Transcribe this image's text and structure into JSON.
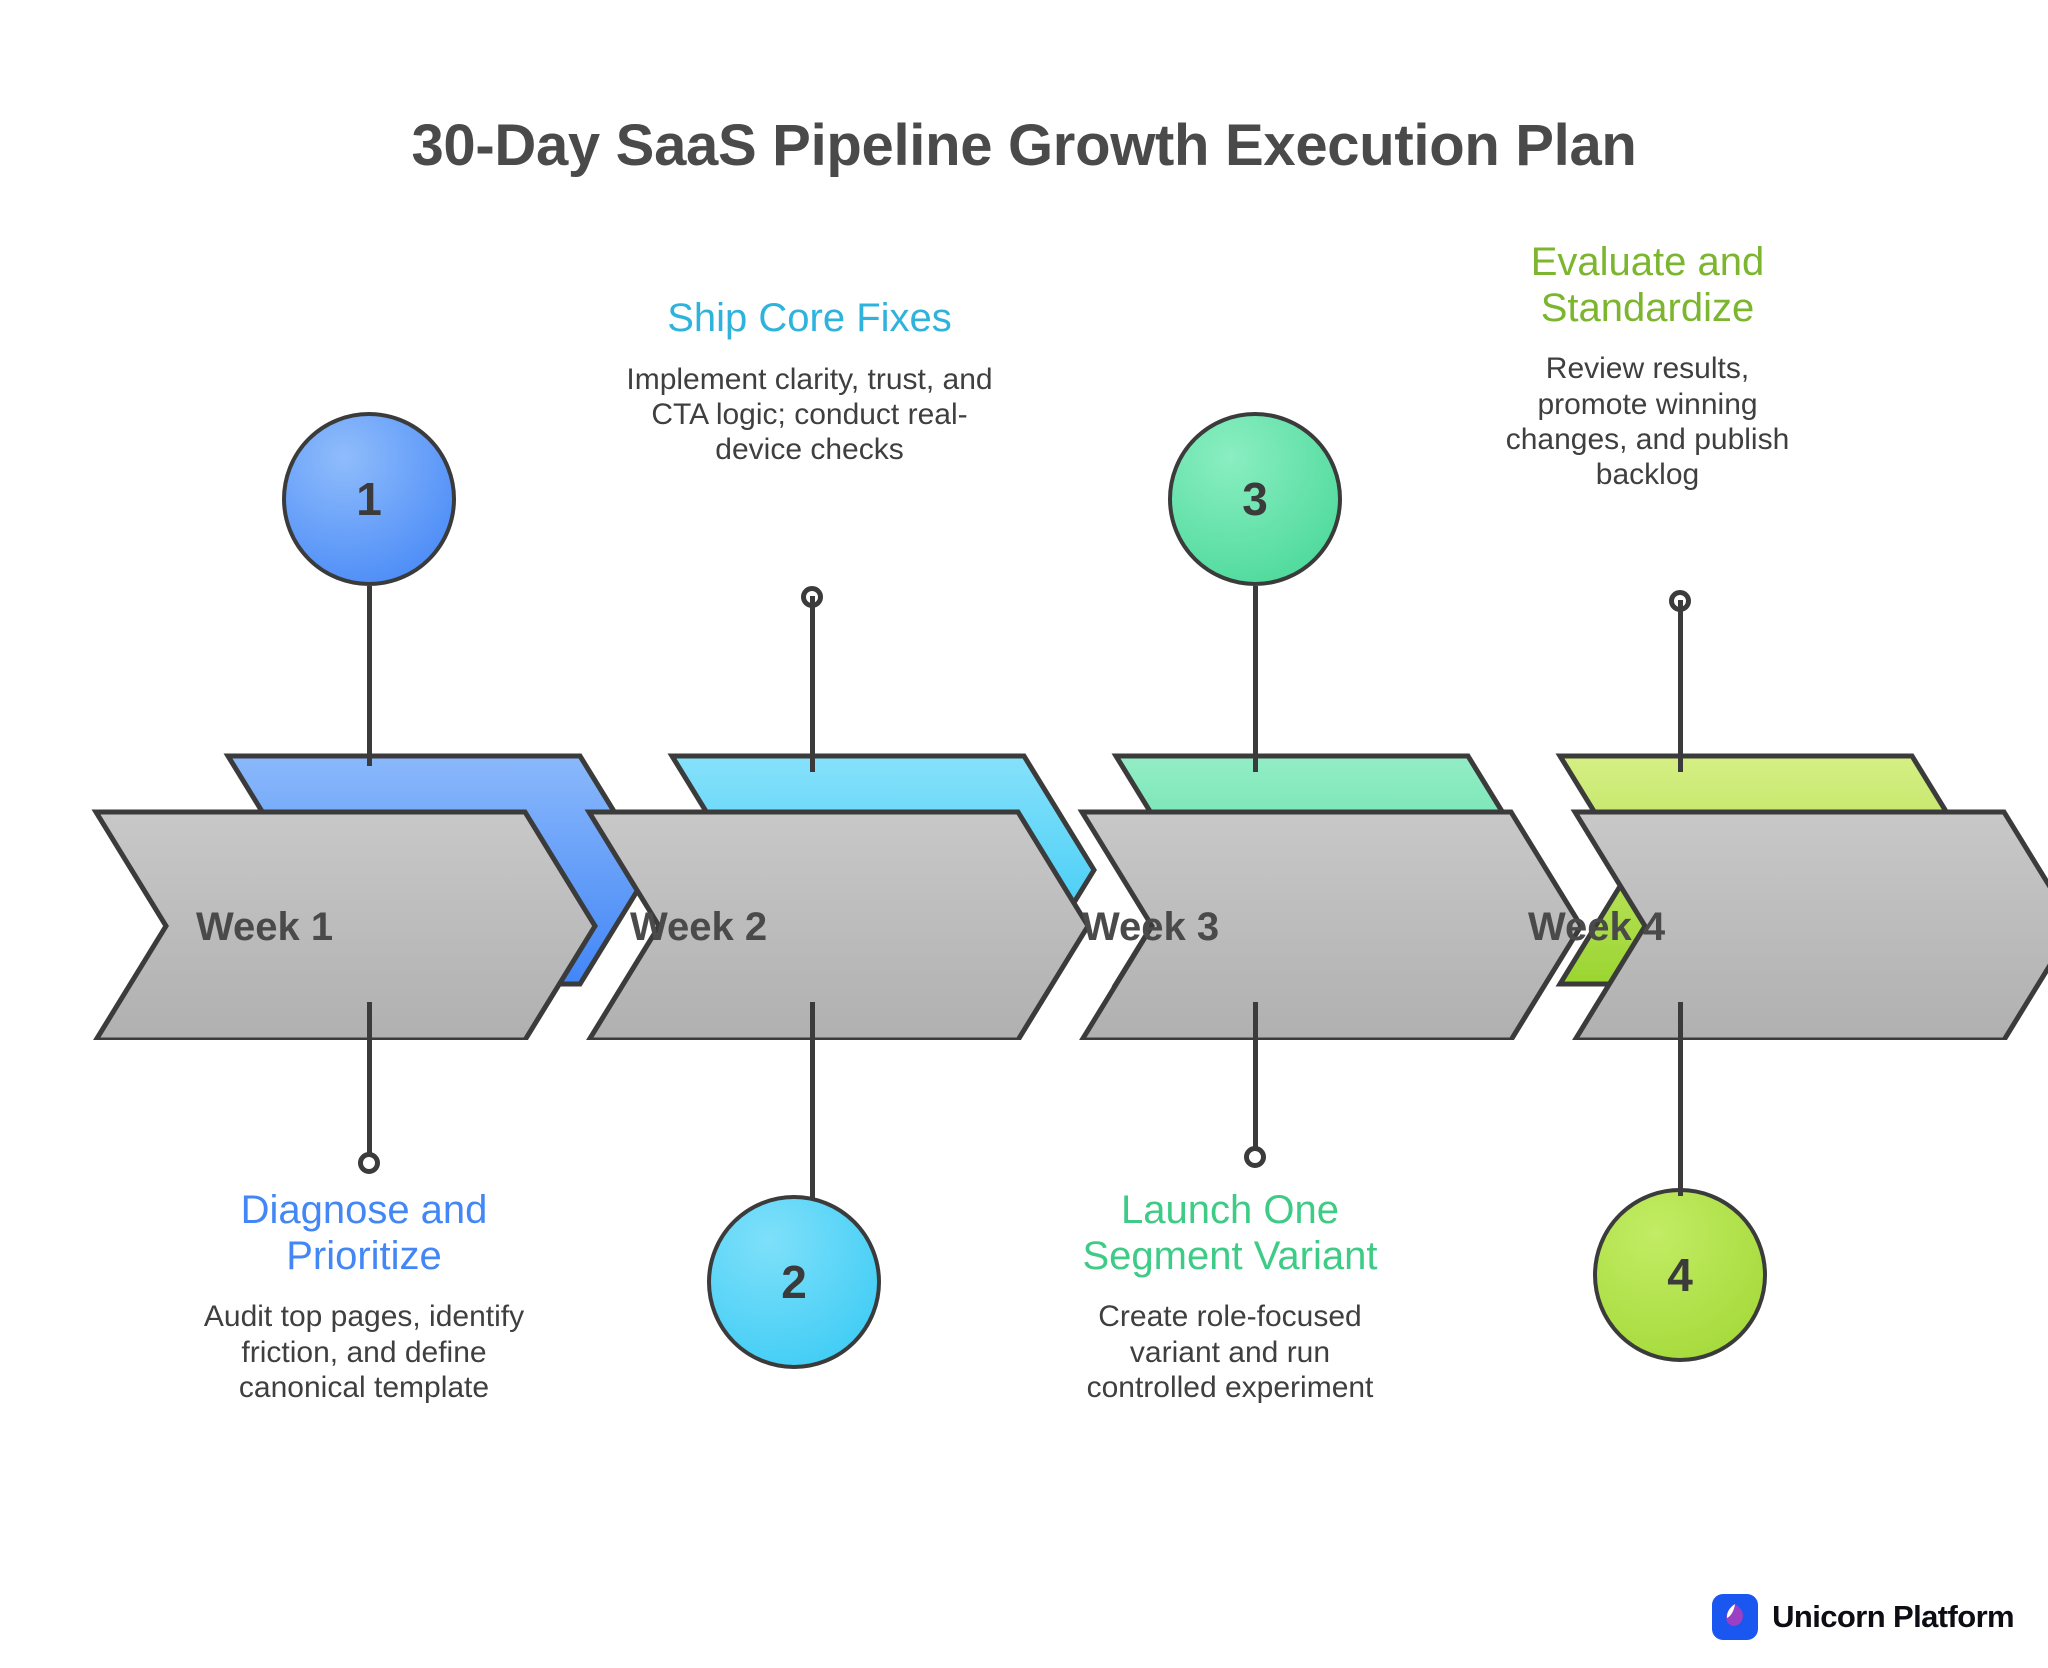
{
  "title": "30-Day SaaS Pipeline Growth Execution Plan",
  "colors": {
    "outline": "#3b3b3b",
    "gray_fill_top": "#c4c4c4",
    "gray_fill_bottom": "#b4b4b4",
    "text_dark": "#4a4a4a",
    "body_text": "#3f3f3f",
    "step1": "#4b8df8",
    "step1_light": "#83b4f8",
    "step2": "#3fc9f4",
    "step2_light": "#79dcf8",
    "step3": "#4fdb9b",
    "step3_light": "#8bebc0",
    "step4": "#a3d93c",
    "step4_light": "#cdea7a",
    "logo_blue": "#1a56f0",
    "logo_purple": "#9b3fc4"
  },
  "stages": [
    {
      "number": "1",
      "band_label": "Week 1",
      "title": "Diagnose and Prioritize",
      "description": "Audit top pages, identify friction, and define canonical template",
      "color": "#4b8df8",
      "position": "below"
    },
    {
      "number": "2",
      "band_label": "Week 2",
      "title": "Ship Core Fixes",
      "description": "Implement clarity, trust, and CTA logic; conduct real-device checks",
      "color": "#3fc9f4",
      "position": "above"
    },
    {
      "number": "3",
      "band_label": "Week 3",
      "title": "Launch One Segment Variant",
      "description": "Create role-focused variant and run controlled experiment",
      "color": "#4fdb9b",
      "position": "below"
    },
    {
      "number": "4",
      "band_label": "Week 4",
      "title": "Evaluate and Standardize",
      "description": "Review results, promote winning changes, and publish backlog",
      "color": "#a3d93c",
      "position": "above"
    }
  ],
  "brand": {
    "name": "Unicorn Platform",
    "mark_icon": "droplet-icon"
  }
}
